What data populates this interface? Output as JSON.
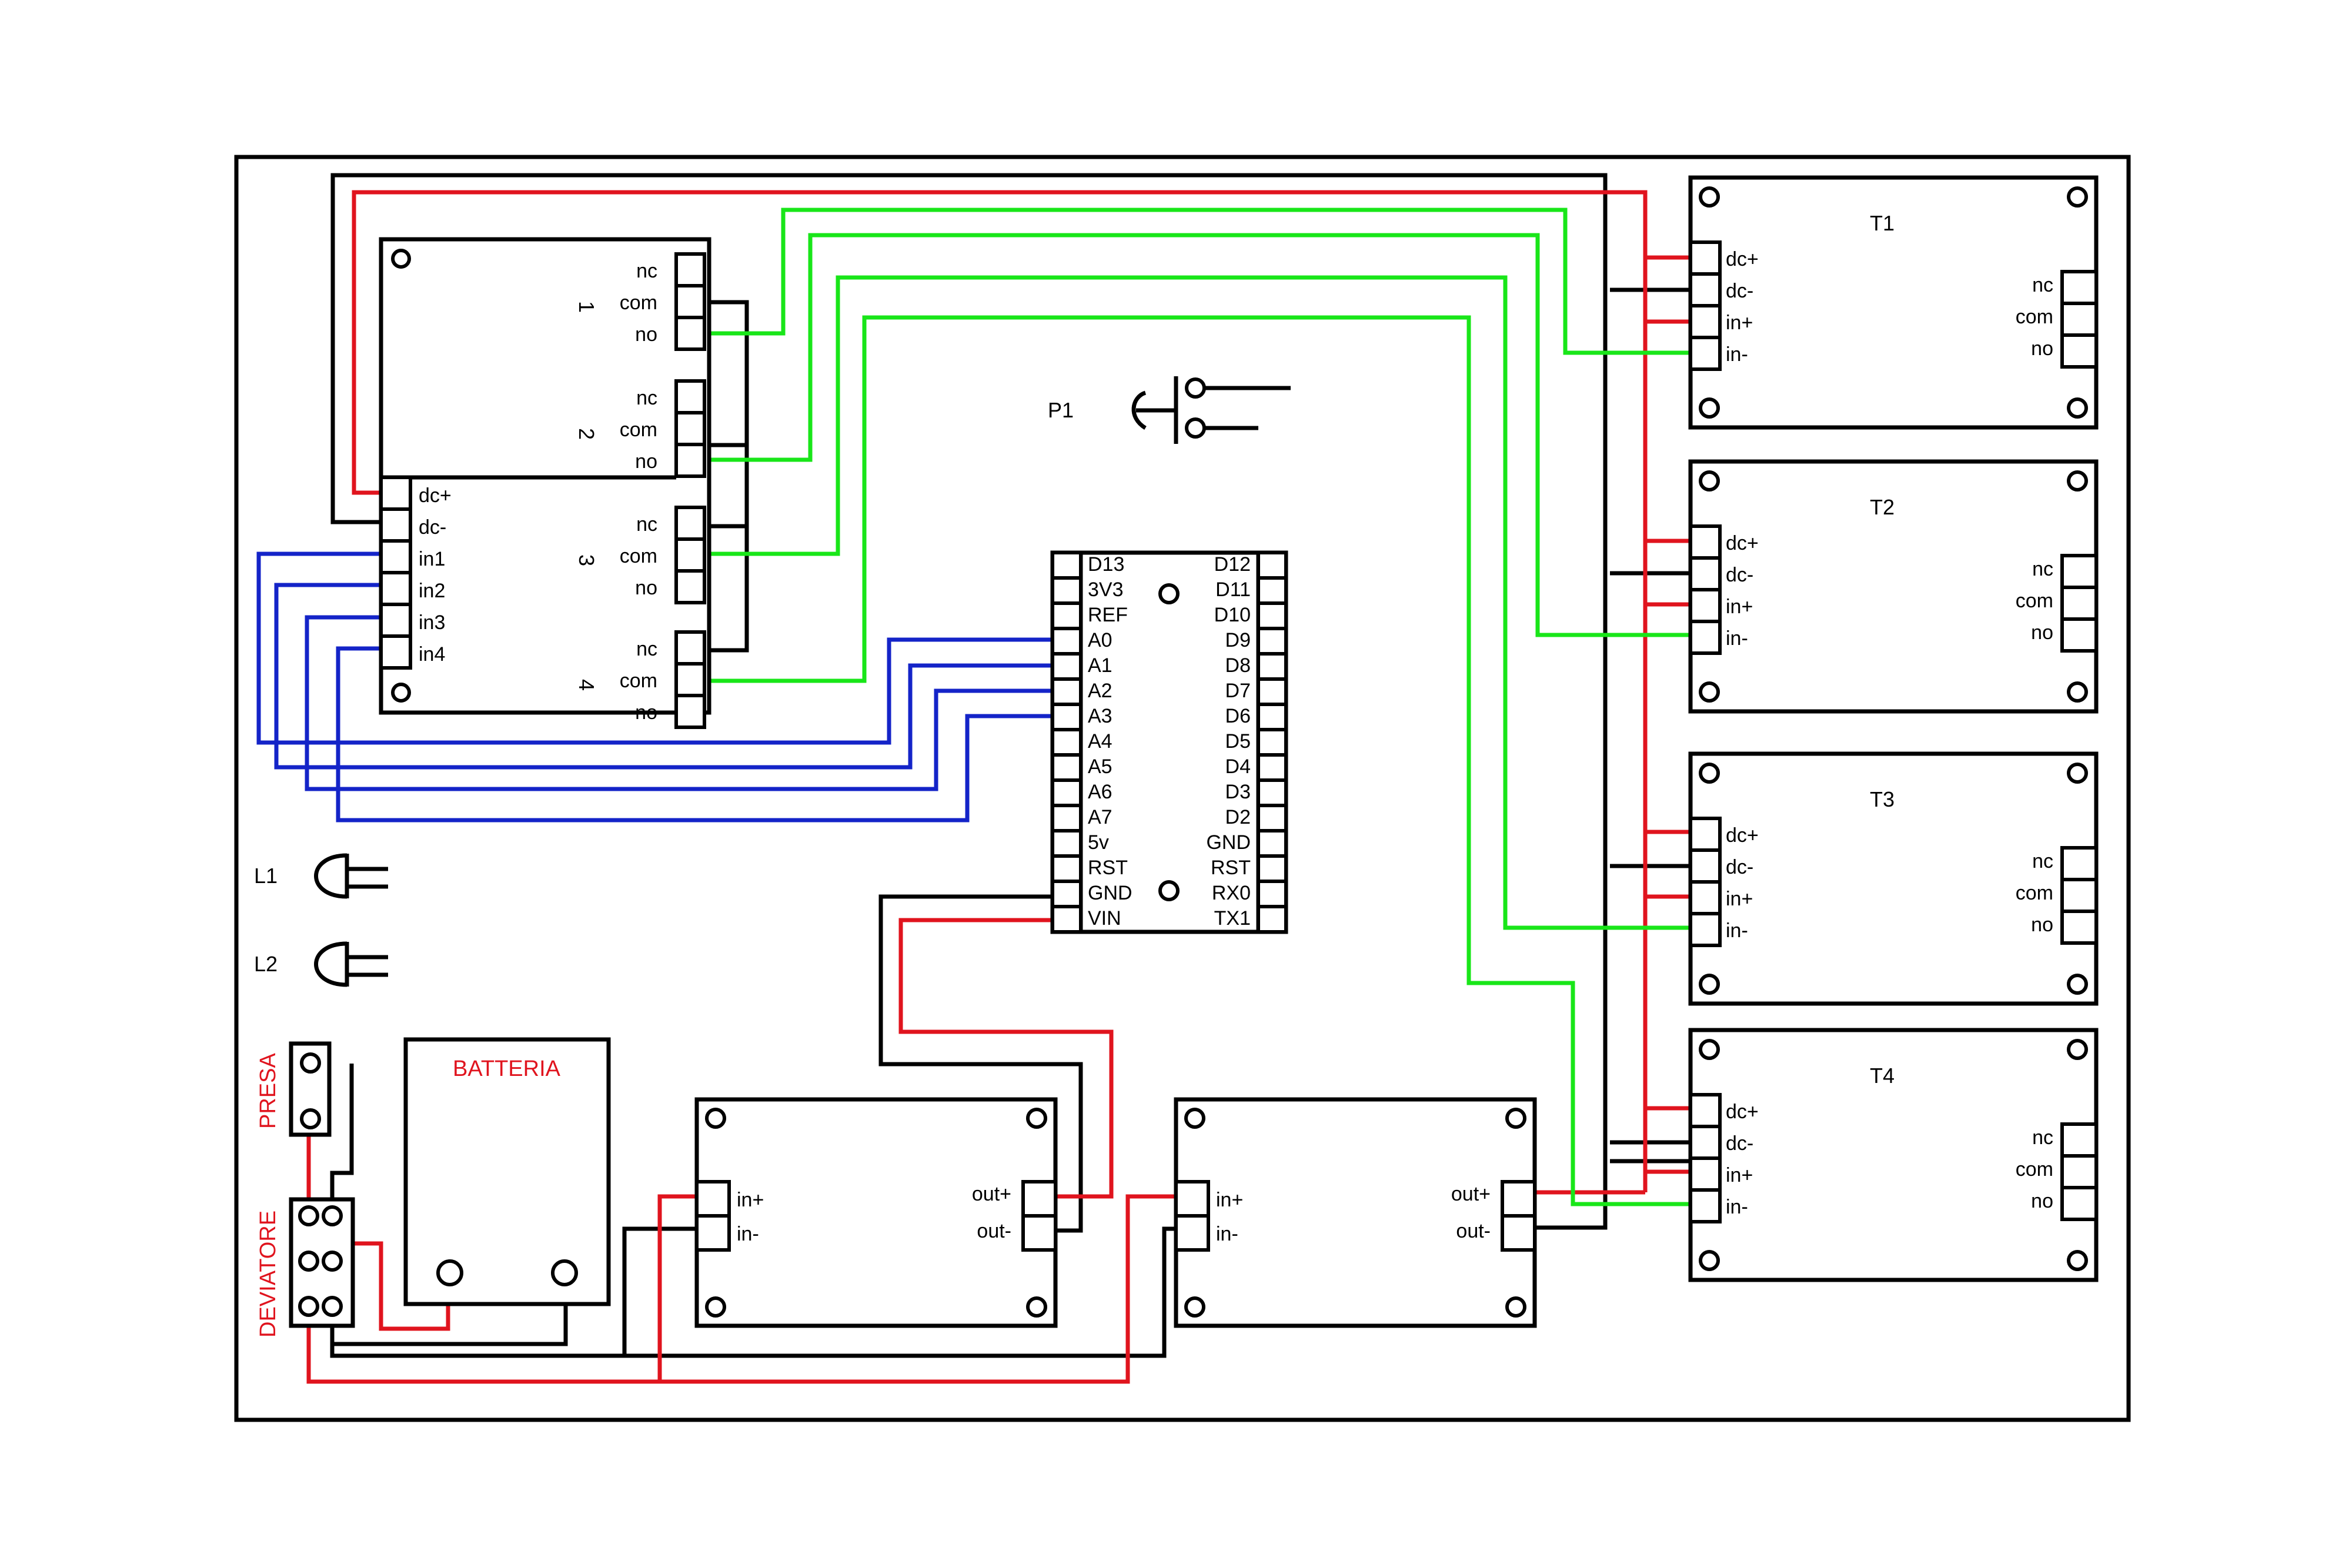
{
  "colors": {
    "wire_power": "#e0141e",
    "wire_ground": "#000000",
    "wire_signal_relay": "#19e619",
    "wire_signal_input": "#1424c8",
    "label_red": "#e0141e"
  },
  "relay_module": {
    "channels": [
      "1",
      "2",
      "3",
      "4"
    ],
    "terminal_labels": [
      "nc",
      "com",
      "no"
    ],
    "input_labels": [
      "dc+",
      "dc-",
      "in1",
      "in2",
      "in3",
      "in4"
    ]
  },
  "timers": [
    {
      "label": "T1",
      "left_pins": [
        "dc+",
        "dc-",
        "in+",
        "in-"
      ],
      "right_pins": [
        "nc",
        "com",
        "no"
      ]
    },
    {
      "label": "T2",
      "left_pins": [
        "dc+",
        "dc-",
        "in+",
        "in-"
      ],
      "right_pins": [
        "nc",
        "com",
        "no"
      ]
    },
    {
      "label": "T3",
      "left_pins": [
        "dc+",
        "dc-",
        "in+",
        "in-"
      ],
      "right_pins": [
        "nc",
        "com",
        "no"
      ]
    },
    {
      "label": "T4",
      "left_pins": [
        "dc+",
        "dc-",
        "in+",
        "in-"
      ],
      "right_pins": [
        "nc",
        "com",
        "no"
      ]
    }
  ],
  "arduino": {
    "left_pins": [
      "D13",
      "3V3",
      "REF",
      "A0",
      "A1",
      "A2",
      "A3",
      "A4",
      "A5",
      "A6",
      "A7",
      "5v",
      "RST",
      "GND",
      "VIN"
    ],
    "right_pins": [
      "D12",
      "D11",
      "D10",
      "D9",
      "D8",
      "D7",
      "D6",
      "D5",
      "D4",
      "D3",
      "D2",
      "GND",
      "RST",
      "RX0",
      "TX1"
    ]
  },
  "button": {
    "label": "P1"
  },
  "leds": [
    {
      "label": "L1"
    },
    {
      "label": "L2"
    }
  ],
  "battery": {
    "label": "BATTERIA"
  },
  "socket": {
    "label": "PRESA"
  },
  "switch": {
    "label": "DEVIATORE"
  },
  "converters": [
    {
      "in_plus": "in+",
      "in_minus": "in-",
      "out_plus": "out+",
      "out_minus": "out-"
    },
    {
      "in_plus": "in+",
      "in_minus": "in-",
      "out_plus": "out+",
      "out_minus": "out-"
    }
  ]
}
